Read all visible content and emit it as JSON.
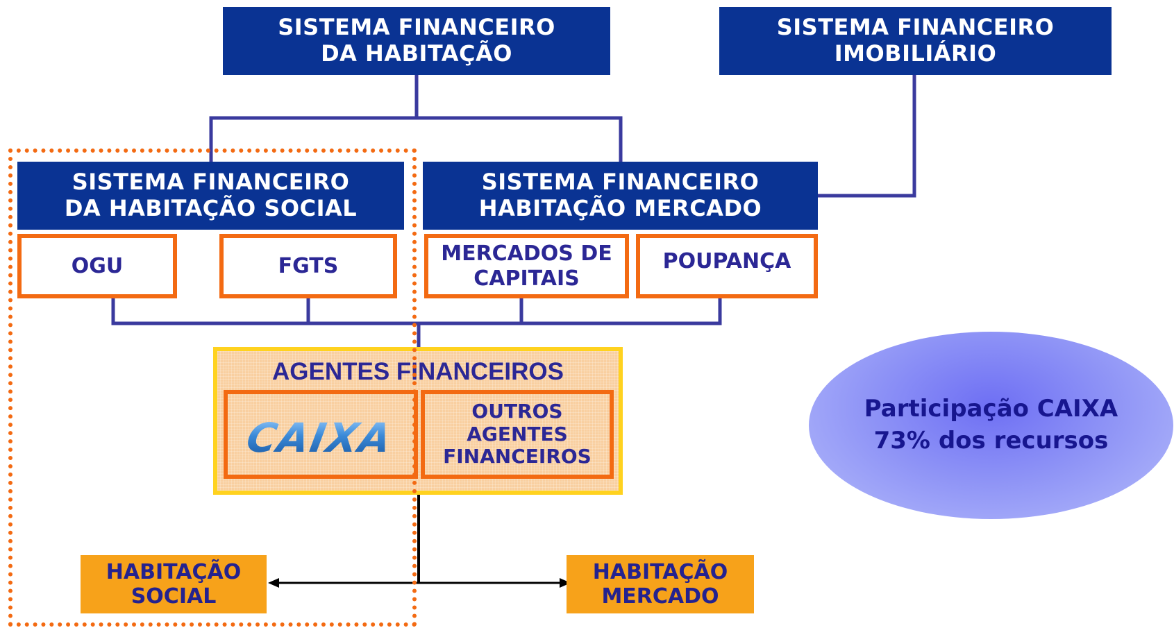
{
  "nodes": {
    "sfh": [
      "SISTEMA FINANCEIRO",
      "DA HABITAÇÃO"
    ],
    "sfi": [
      "SISTEMA FINANCEIRO",
      "IMOBILIÁRIO"
    ],
    "sfhs": [
      "SISTEMA FINANCEIRO",
      "DA HABITAÇÃO SOCIAL"
    ],
    "sfhm": [
      "SISTEMA FINANCEIRO",
      "HABITAÇÃO MERCADO"
    ],
    "ogu": "OGU",
    "fgts": "FGTS",
    "mercados": [
      "MERCADOS DE",
      "CAPITAIS"
    ],
    "poupanca": "POUPANÇA",
    "agentes_title": "AGENTES FINANCEIROS",
    "caixa_logo": "CAIXA",
    "outros": [
      "OUTROS",
      "AGENTES",
      "FINANCEIROS"
    ],
    "hab_social": [
      "HABITAÇÃO",
      "SOCIAL"
    ],
    "hab_mercado": [
      "HABITAÇÃO",
      "MERCADO"
    ]
  },
  "callout": [
    "Participação CAIXA",
    "73% dos recursos"
  ],
  "colors": {
    "navy": "#0a3393",
    "connector": "#3a3a9e",
    "orange_border": "#f36a12",
    "orange_fill": "#f7a21a",
    "text_blue": "#2b2795",
    "agents_fill": "#f9cfa0",
    "agents_border": "#ffd21f",
    "ellipse": "#8d92f6"
  }
}
